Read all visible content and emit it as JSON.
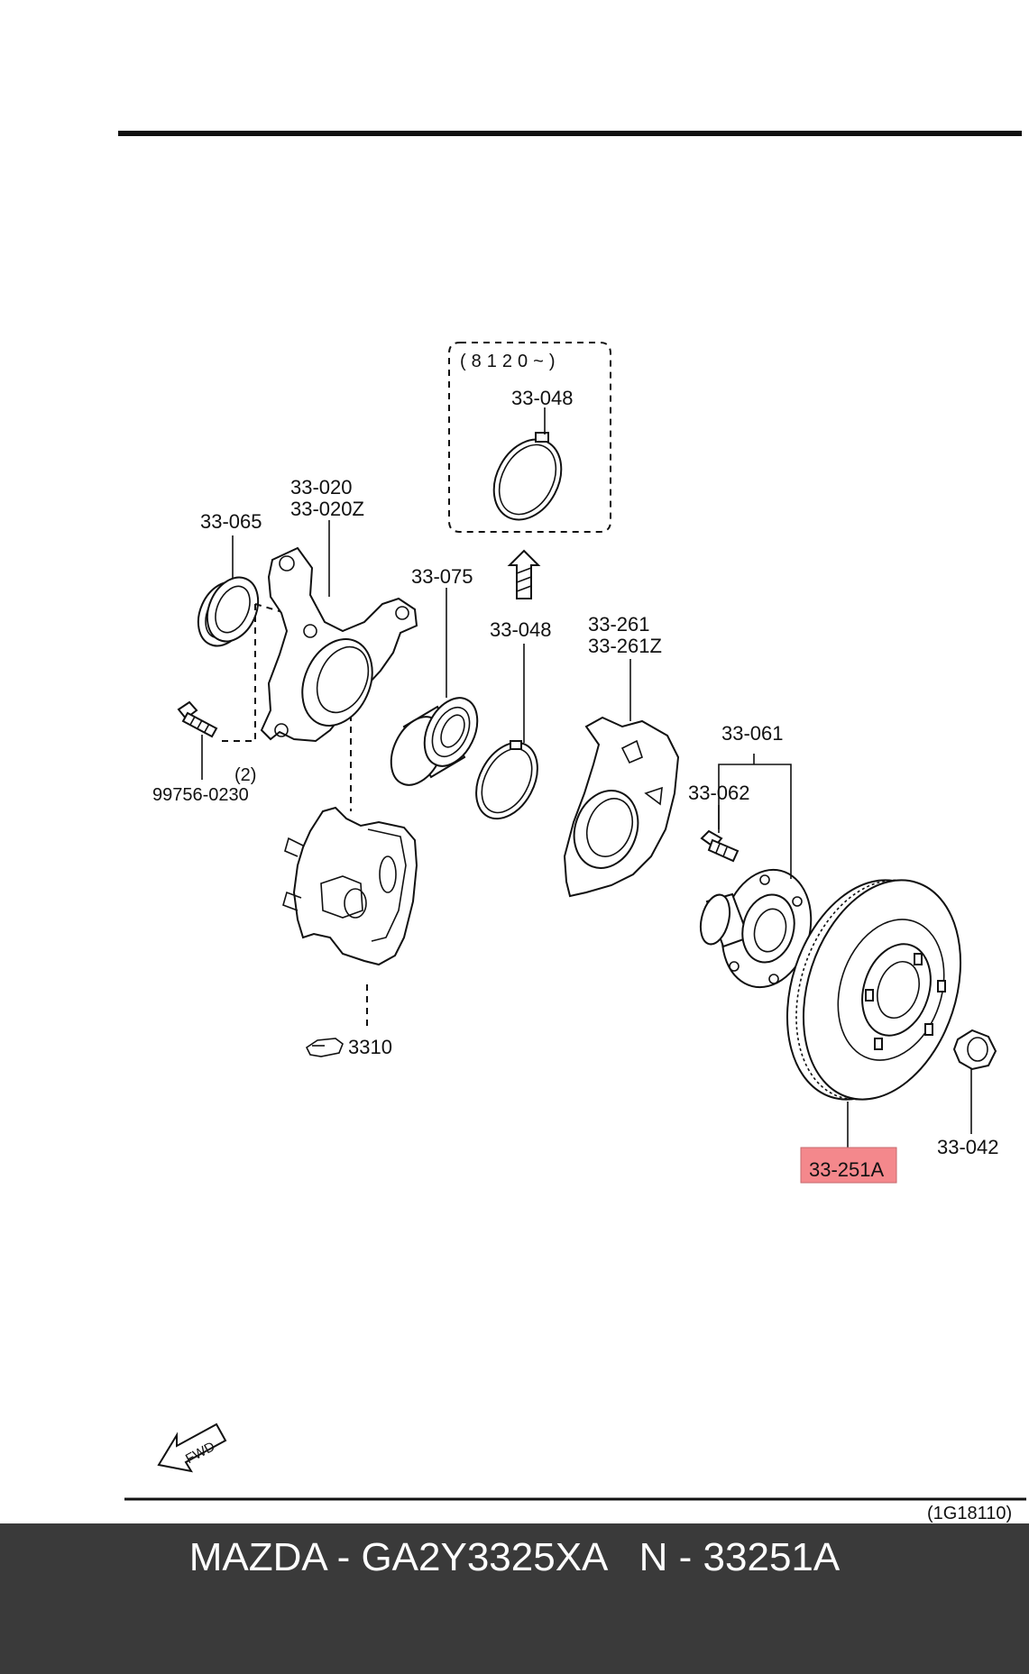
{
  "diagram": {
    "inset_label": "(8120~)",
    "parts": {
      "ring_top": "33-048",
      "knuckle_line1": "33-020",
      "knuckle_line2": "33-020Z",
      "seal": "33-065",
      "bearing": "33-075",
      "ring": "33-048",
      "dust_shield_line1": "33-261",
      "dust_shield_line2": "33-261Z",
      "hub": "33-061",
      "hub_bolt": "33-062",
      "bolt_qty": "(2)",
      "bolt": "99756-0230",
      "caliper_ref": "3310",
      "disc": "33-251A",
      "nut": "33-042"
    },
    "direction_label": "FWD",
    "figure_code": "(1G18110)",
    "highlight_color": "#f4888c"
  },
  "footer": {
    "caption": "MAZDA - GA2Y3325XA   N - 33251A"
  }
}
